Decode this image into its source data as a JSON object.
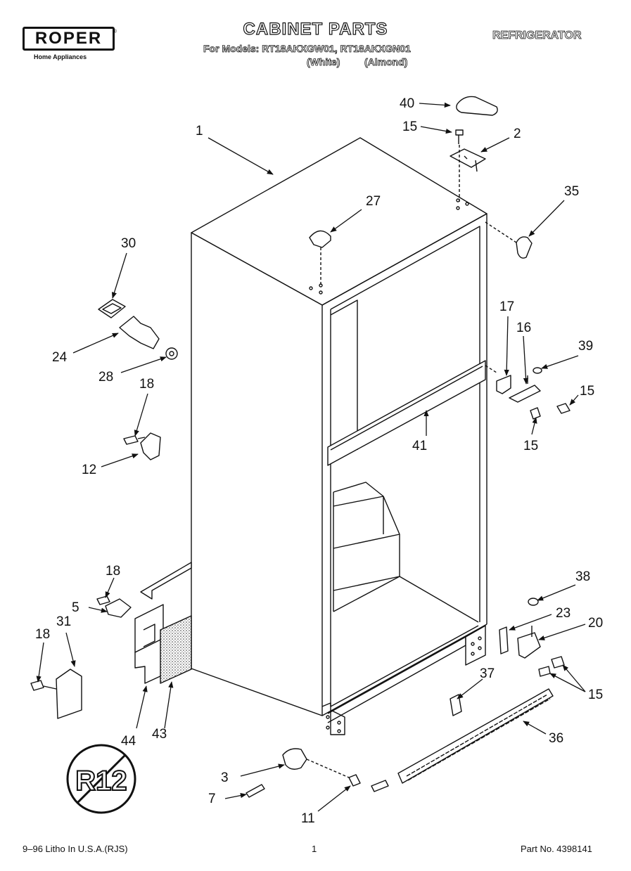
{
  "header": {
    "brand": "ROPER",
    "brand_sub": "Home Appliances",
    "title": "CABINET PARTS",
    "models_line": "For Models: RT18AKXGW01, RT18AKXGN01",
    "variant_white": "(White)",
    "variant_almond": "(Almond)",
    "category": "REFRIGERATOR"
  },
  "callouts": {
    "c1": "1",
    "c2": "2",
    "c3": "3",
    "c5": "5",
    "c7": "7",
    "c11": "11",
    "c12": "12",
    "c15a": "15",
    "c15b": "15",
    "c15c": "15",
    "c15d": "15",
    "c16": "16",
    "c17": "17",
    "c18a": "18",
    "c18b": "18",
    "c18c": "18",
    "c20": "20",
    "c23": "23",
    "c24": "24",
    "c27": "27",
    "c28": "28",
    "c30": "30",
    "c31": "31",
    "c35": "35",
    "c36": "36",
    "c37": "37",
    "c38": "38",
    "c39": "39",
    "c40": "40",
    "c41": "41",
    "c43": "43",
    "c44": "44"
  },
  "refrigerant_badge": "R12",
  "footer": {
    "left": "9–96 Litho In U.S.A.(RJS)",
    "page": "1",
    "part": "Part No. 4398141"
  }
}
